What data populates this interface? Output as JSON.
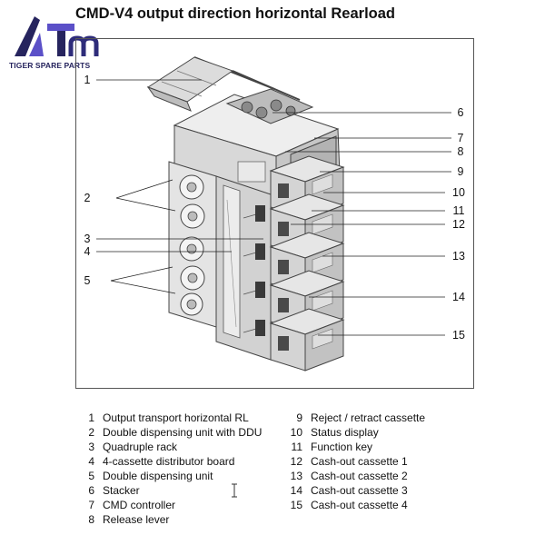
{
  "title": "CMD-V4 output direction horizontal Rearload",
  "logo": {
    "tagline": "TIGER SPARE PARTS",
    "colors": {
      "navy": "#26245e",
      "violet": "#5b50c8"
    }
  },
  "callouts": [
    "1",
    "2",
    "3",
    "4",
    "5",
    "6",
    "7",
    "8",
    "9",
    "10",
    "11",
    "12",
    "13",
    "14",
    "15"
  ],
  "legend": {
    "left": [
      {
        "num": "1",
        "text": "Output transport horizontal RL"
      },
      {
        "num": "2",
        "text": "Double dispensing unit with DDU"
      },
      {
        "num": "3",
        "text": "Quadruple rack"
      },
      {
        "num": "4",
        "text": "4-cassette distributor board"
      },
      {
        "num": "5",
        "text": "Double dispensing unit"
      },
      {
        "num": "6",
        "text": "Stacker"
      },
      {
        "num": "7",
        "text": "CMD controller"
      },
      {
        "num": "8",
        "text": "Release lever"
      }
    ],
    "right": [
      {
        "num": "9",
        "text": "Reject / retract cassette"
      },
      {
        "num": "10",
        "text": "Status display"
      },
      {
        "num": "11",
        "text": "Function key"
      },
      {
        "num": "12",
        "text": "Cash-out cassette 1"
      },
      {
        "num": "13",
        "text": "Cash-out cassette 2"
      },
      {
        "num": "14",
        "text": "Cash-out cassette 3"
      },
      {
        "num": "15",
        "text": "Cash-out cassette 4"
      }
    ]
  }
}
